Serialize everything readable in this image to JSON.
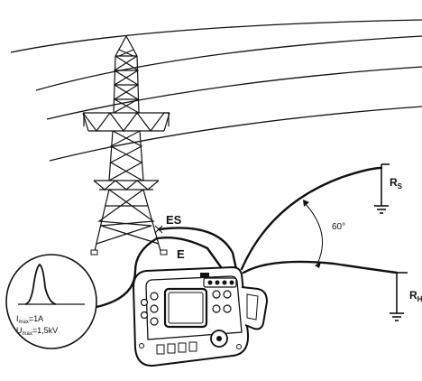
{
  "labels": {
    "es": "ES",
    "e": "E",
    "angle": "60°",
    "rs_main": "R",
    "rs_sub": "S",
    "rh_main": "R",
    "rh_sub": "H",
    "imax_main": "I",
    "imax_sub": "max",
    "imax_val": "=1A",
    "umax_main": "U",
    "umax_sub": "max",
    "umax_val": "=1,5kV"
  }
}
